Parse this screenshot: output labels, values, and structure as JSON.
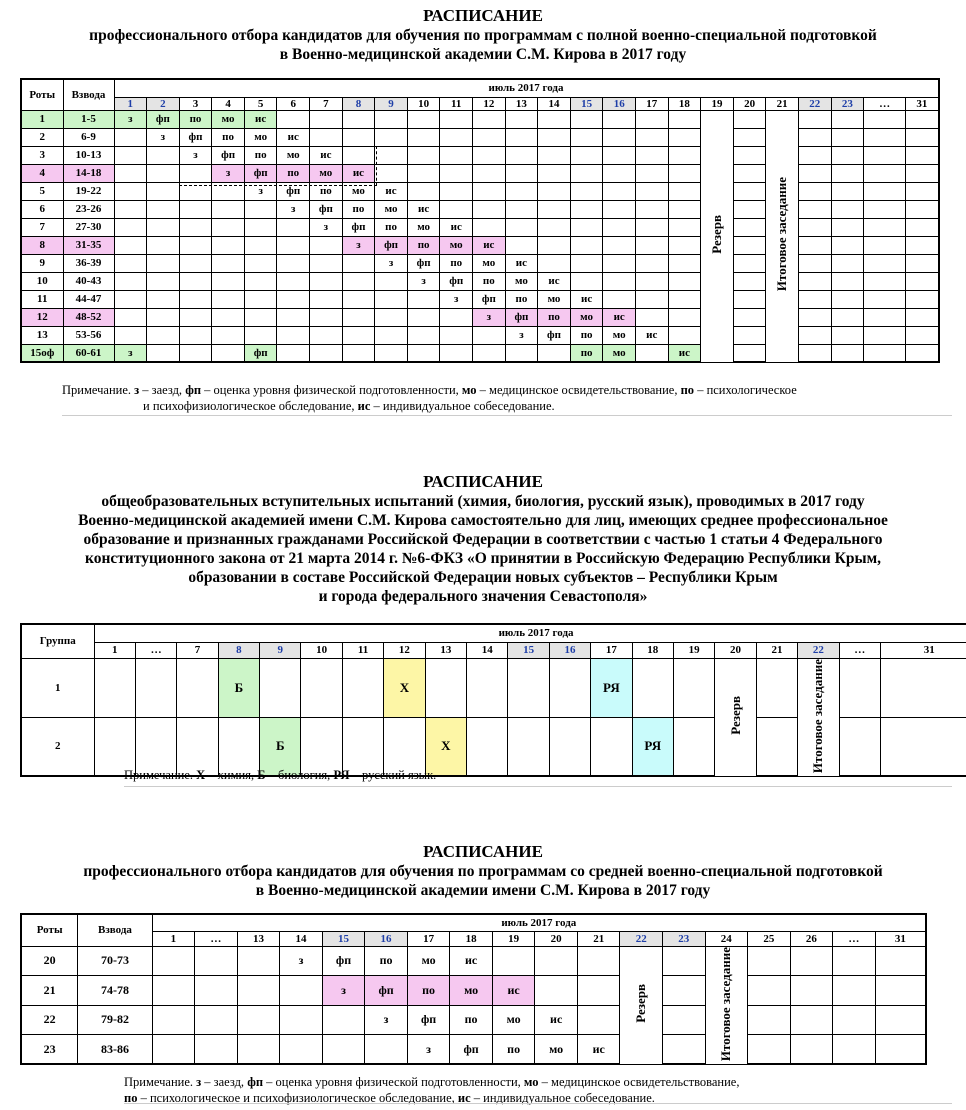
{
  "s1": {
    "title": "РАСПИСАНИЕ",
    "subtitle": [
      "профессионального отбора кандидатов для обучения по программам с полной военно-специальной подготовкой",
      "в Военно-медицинской академии С.М. Кирова в 2017 году"
    ],
    "col_rota": "Роты",
    "col_vzvod": "Взвода",
    "month": "июль 2017 года",
    "days": [
      "1",
      "2",
      "3",
      "4",
      "5",
      "6",
      "7",
      "8",
      "9",
      "10",
      "11",
      "12",
      "13",
      "14",
      "15",
      "16",
      "17",
      "18",
      "19",
      "20",
      "21",
      "22",
      "23",
      "…",
      "31"
    ],
    "weekend_days": [
      0,
      1,
      7,
      8,
      14,
      15,
      21,
      22
    ],
    "reserve": "Резерв",
    "final": "Итоговое заседание",
    "rows": [
      {
        "rota": "1",
        "vzvod": "1-5",
        "hl": "g",
        "cells": {
          "1": "з",
          "2": "фп",
          "3": "по",
          "4": "мо",
          "5": "ис"
        }
      },
      {
        "rota": "2",
        "vzvod": "6-9",
        "cells": {
          "2": "з",
          "3": "фп",
          "4": "по",
          "5": "мо",
          "6": "ис"
        }
      },
      {
        "rota": "3",
        "vzvod": "10-13",
        "cells": {
          "3": "з",
          "4": "фп",
          "5": "по",
          "6": "мо",
          "7": "ис"
        }
      },
      {
        "rota": "4",
        "vzvod": "14-18",
        "hl": "p",
        "cells": {
          "4": "з",
          "5": "фп",
          "6": "по",
          "7": "мо",
          "8": "ис"
        }
      },
      {
        "rota": "5",
        "vzvod": "19-22",
        "cells": {
          "5": "з",
          "6": "фп",
          "7": "по",
          "8": "мо",
          "9": "ис"
        }
      },
      {
        "rota": "6",
        "vzvod": "23-26",
        "cells": {
          "6": "з",
          "7": "фп",
          "8": "по",
          "9": "мо",
          "10": "ис"
        }
      },
      {
        "rota": "7",
        "vzvod": "27-30",
        "cells": {
          "7": "з",
          "8": "фп",
          "9": "по",
          "10": "мо",
          "11": "ис"
        }
      },
      {
        "rota": "8",
        "vzvod": "31-35",
        "hl": "p",
        "cells": {
          "8": "з",
          "9": "фп",
          "10": "по",
          "11": "мо",
          "12": "ис"
        }
      },
      {
        "rota": "9",
        "vzvod": "36-39",
        "cells": {
          "9": "з",
          "10": "фп",
          "11": "по",
          "12": "мо",
          "13": "ис"
        }
      },
      {
        "rota": "10",
        "vzvod": "40-43",
        "cells": {
          "10": "з",
          "11": "фп",
          "12": "по",
          "13": "мо",
          "14": "ис"
        }
      },
      {
        "rota": "11",
        "vzvod": "44-47",
        "cells": {
          "11": "з",
          "12": "фп",
          "13": "по",
          "14": "мо",
          "15": "ис"
        }
      },
      {
        "rota": "12",
        "vzvod": "48-52",
        "hl": "p",
        "cells": {
          "12": "з",
          "13": "фп",
          "14": "по",
          "15": "мо",
          "16": "ис"
        }
      },
      {
        "rota": "13",
        "vzvod": "53-56",
        "cells": {
          "13": "з",
          "14": "фп",
          "15": "по",
          "16": "мо",
          "17": "ис"
        }
      },
      {
        "rota": "15оф",
        "vzvod": "60-61",
        "hl": "g",
        "cells": {
          "1": "з",
          "5": "фп",
          "15": "по",
          "16": "мо",
          "18": "ис"
        }
      }
    ],
    "note": [
      [
        [
          "Примечание. ",
          ""
        ],
        [
          "з",
          "b"
        ],
        [
          " – заезд, ",
          ""
        ],
        [
          "фп",
          "b"
        ],
        [
          " – оценка уровня физической подготовленности, ",
          ""
        ],
        [
          "мо",
          "b"
        ],
        [
          " – медицинское освидетельствование, ",
          ""
        ],
        [
          "по",
          "b"
        ],
        [
          " – психологическое",
          ""
        ]
      ],
      [
        [
          "и психофизиологическое обследование, ",
          ""
        ],
        [
          "ис",
          "b"
        ],
        [
          " – индивидуальное собеседование.",
          ""
        ]
      ]
    ]
  },
  "s2": {
    "title": "РАСПИСАНИЕ",
    "subtitle": [
      "общеобразовательных вступительных испытаний (химия, биология, русский язык), проводимых в 2017 году",
      "Военно-медицинской академией имени С.М. Кирова самостоятельно для лиц, имеющих среднее профессиональное",
      "образование и признанных гражданами Российской Федерации в соответствии с частью 1 статьи 4 Федерального",
      "конституционного закона от 21 марта 2014 г. №6-ФКЗ «О принятии в Российскую Федерацию Республики Крым,",
      "образовании в составе Российской Федерации новых субъектов – Республики Крым",
      "и города федерального значения Севастополя»"
    ],
    "col_group": "Группа",
    "month": "июль 2017 года",
    "days": [
      "1",
      "…",
      "7",
      "8",
      "9",
      "10",
      "11",
      "12",
      "13",
      "14",
      "15",
      "16",
      "17",
      "18",
      "19",
      "20",
      "21",
      "22",
      "…",
      "31"
    ],
    "weekend_days": [
      3,
      4,
      10,
      11,
      17
    ],
    "reserve": "Резерв",
    "final": "Итоговое заседание",
    "rows": [
      {
        "group": "1",
        "cells": {
          "8": "Б",
          "12": "Х",
          "17": "РЯ"
        }
      },
      {
        "group": "2",
        "cells": {
          "9": "Б",
          "13": "Х",
          "18": "РЯ"
        }
      }
    ],
    "note": [
      [
        [
          "Примечание. ",
          ""
        ],
        [
          "Х",
          "b"
        ],
        [
          " – химия, ",
          ""
        ],
        [
          "Б",
          "b"
        ],
        [
          " – биология, ",
          ""
        ],
        [
          "РЯ",
          "b"
        ],
        [
          " – русский язык.",
          ""
        ]
      ]
    ]
  },
  "s3": {
    "title": "РАСПИСАНИЕ",
    "subtitle": [
      "профессионального отбора кандидатов для обучения по программам со средней военно-специальной подготовкой",
      "в Военно-медицинской академии имени С.М. Кирова в 2017 году"
    ],
    "col_rota": "Роты",
    "col_vzvod": "Взвода",
    "month": "июль 2017 года",
    "days": [
      "1",
      "…",
      "13",
      "14",
      "15",
      "16",
      "17",
      "18",
      "19",
      "20",
      "21",
      "22",
      "23",
      "24",
      "25",
      "26",
      "…",
      "31"
    ],
    "weekend_days": [
      4,
      5,
      11,
      12
    ],
    "reserve": "Резерв",
    "final": "Итоговое заседание",
    "rows": [
      {
        "rota": "20",
        "vzvod": "70-73",
        "cells": {
          "14": "з",
          "15": "фп",
          "16": "по",
          "17": "мо",
          "18": "ис"
        }
      },
      {
        "rota": "21",
        "vzvod": "74-78",
        "hl": "p",
        "cells": {
          "15": "з",
          "16": "фп",
          "17": "по",
          "18": "мо",
          "19": "ис"
        }
      },
      {
        "rota": "22",
        "vzvod": "79-82",
        "cells": {
          "16": "з",
          "17": "фп",
          "18": "по",
          "19": "мо",
          "20": "ис"
        }
      },
      {
        "rota": "23",
        "vzvod": "83-86",
        "cells": {
          "17": "з",
          "18": "фп",
          "19": "по",
          "20": "мо",
          "21": "ис"
        }
      }
    ],
    "note": [
      [
        [
          "Примечание. ",
          ""
        ],
        [
          "з",
          "b"
        ],
        [
          " – заезд, ",
          ""
        ],
        [
          "фп",
          "b"
        ],
        [
          " – оценка уровня физической подготовленности, ",
          ""
        ],
        [
          "мо",
          "b"
        ],
        [
          " – медицинское освидетельствование,",
          ""
        ]
      ],
      [
        [
          "по",
          "b"
        ],
        [
          " – психологическое и психофизиологическое обследование, ",
          ""
        ],
        [
          "ис",
          "b"
        ],
        [
          " – индивидуальное собеседование.",
          ""
        ]
      ]
    ]
  }
}
